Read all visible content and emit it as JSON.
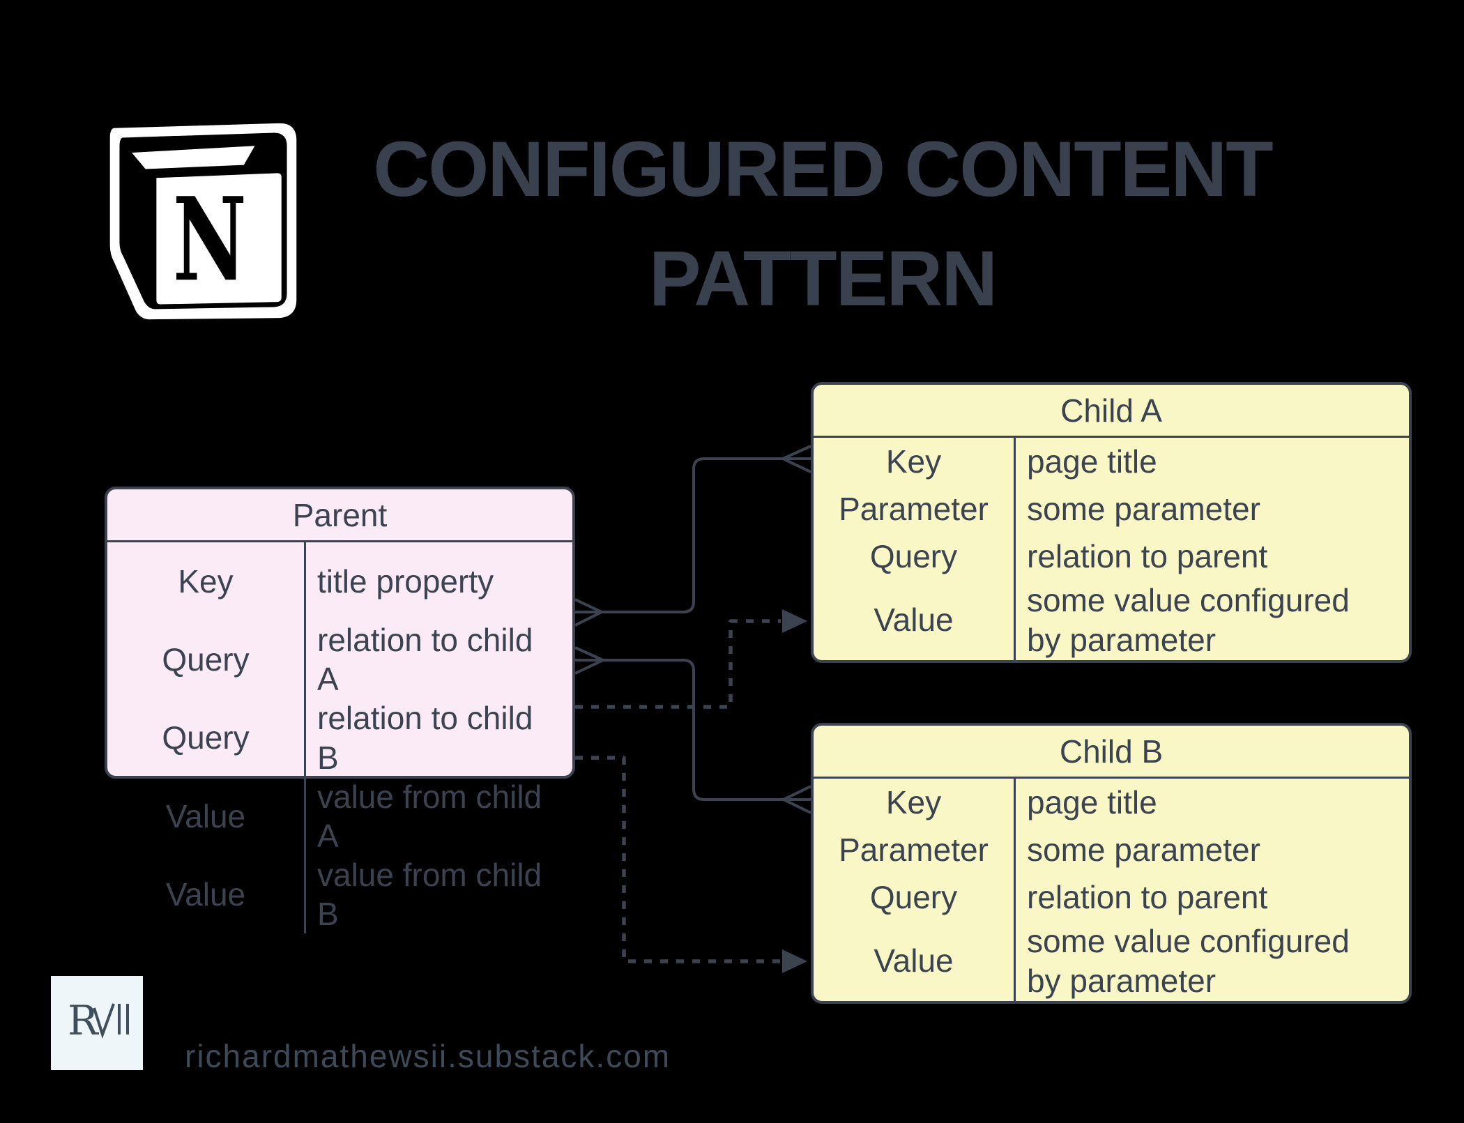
{
  "title": {
    "line1": "CONFIGURED CONTENT",
    "line2": "PATTERN"
  },
  "logo": {
    "name": "notion-logo",
    "letter": "N"
  },
  "parent_table": {
    "title": "Parent",
    "rows": [
      {
        "key": "Key",
        "value": "title property"
      },
      {
        "key": "Query",
        "value": "relation to child A"
      },
      {
        "key": "Query",
        "value": "relation to child B"
      },
      {
        "key": "Value",
        "value": "value from child A"
      },
      {
        "key": "Value",
        "value": "value from child B"
      }
    ]
  },
  "child_a_table": {
    "title": "Child A",
    "rows": [
      {
        "key": "Key",
        "value": "page title"
      },
      {
        "key": "Parameter",
        "value": "some parameter"
      },
      {
        "key": "Query",
        "value": "relation to parent"
      },
      {
        "key": "Value",
        "value": "some value configured by parameter"
      }
    ]
  },
  "child_b_table": {
    "title": "Child B",
    "rows": [
      {
        "key": "Key",
        "value": "page title"
      },
      {
        "key": "Parameter",
        "value": "some parameter"
      },
      {
        "key": "Query",
        "value": "relation to parent"
      },
      {
        "key": "Value",
        "value": "some value configured by parameter"
      }
    ]
  },
  "connections": [
    {
      "from": "Parent Query (relation to child A)",
      "to": "Child A Key",
      "style": "solid",
      "end_markers": "crow-foot-both-ends"
    },
    {
      "from": "Parent Query (relation to child B)",
      "to": "Child B Key",
      "style": "solid",
      "end_markers": "crow-foot-both-ends"
    },
    {
      "from": "Parent Value (value from child A)",
      "to": "Child A Value",
      "style": "dashed",
      "end_markers": "filled-arrow"
    },
    {
      "from": "Parent Value (value from child B)",
      "to": "Child B Value",
      "style": "dashed",
      "end_markers": "filled-arrow"
    }
  ],
  "footer": {
    "badge_text": "RMII",
    "watermark": "richardmathewsii.substack.com"
  },
  "colors": {
    "background": "#000000",
    "slate": "#3C4350",
    "title_text": "#3A414E",
    "parent_fill": "#FAEBF7",
    "child_fill": "#FAF7C6",
    "badge_bg": "#EEF6FA",
    "badge_glyph": "#3E4E5A",
    "logo_black": "#000000",
    "logo_white": "#FFFFFF"
  }
}
